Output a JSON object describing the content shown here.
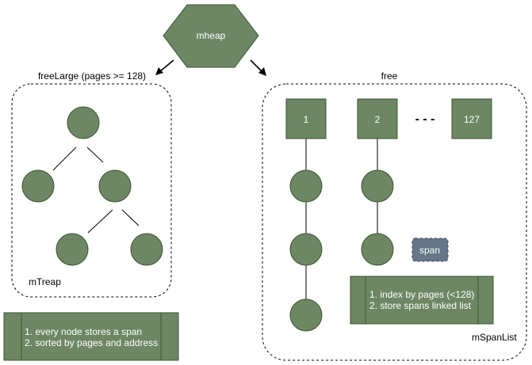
{
  "diagram": {
    "mheap_label": "mheap",
    "left_section": {
      "title": "freeLarge (pages >= 128)",
      "container_label": "mTreap"
    },
    "right_section": {
      "title": "free",
      "container_label": "mSpanList",
      "buckets": [
        "1",
        "2",
        "127"
      ],
      "ellipsis": "- - -",
      "span_label": "span"
    },
    "notes": {
      "treap": [
        "1. every node stores a span",
        "2. sorted by pages and address"
      ],
      "spanlist": [
        "1. index by pages (<128)",
        "2. store spans linked list"
      ]
    },
    "colors": {
      "node_fill": "#6d8764",
      "node_stroke": "#3a5431",
      "span_fill": "#647687",
      "span_stroke": "#314354",
      "text_on_node": "#ffffff"
    }
  }
}
